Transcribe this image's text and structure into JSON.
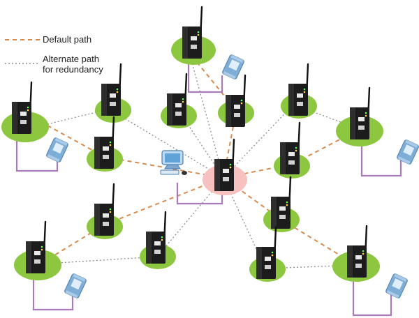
{
  "legend": {
    "default_path": "Default path",
    "alternate_path_line1": "Alternate path",
    "alternate_path_line2": "for redundancy"
  },
  "colors": {
    "default_path": "#d98a4e",
    "alternate_path": "#8c8c8c",
    "node_base": "#8dc63f",
    "hub_base": "#f6c1be",
    "wired_link": "#a87bb8",
    "device_body": "#1c1c1c",
    "io_module": "#7eaed6"
  },
  "icons": {
    "router": "wireless-router-icon",
    "io_module": "io-module-icon",
    "computer": "computer-icon"
  }
}
